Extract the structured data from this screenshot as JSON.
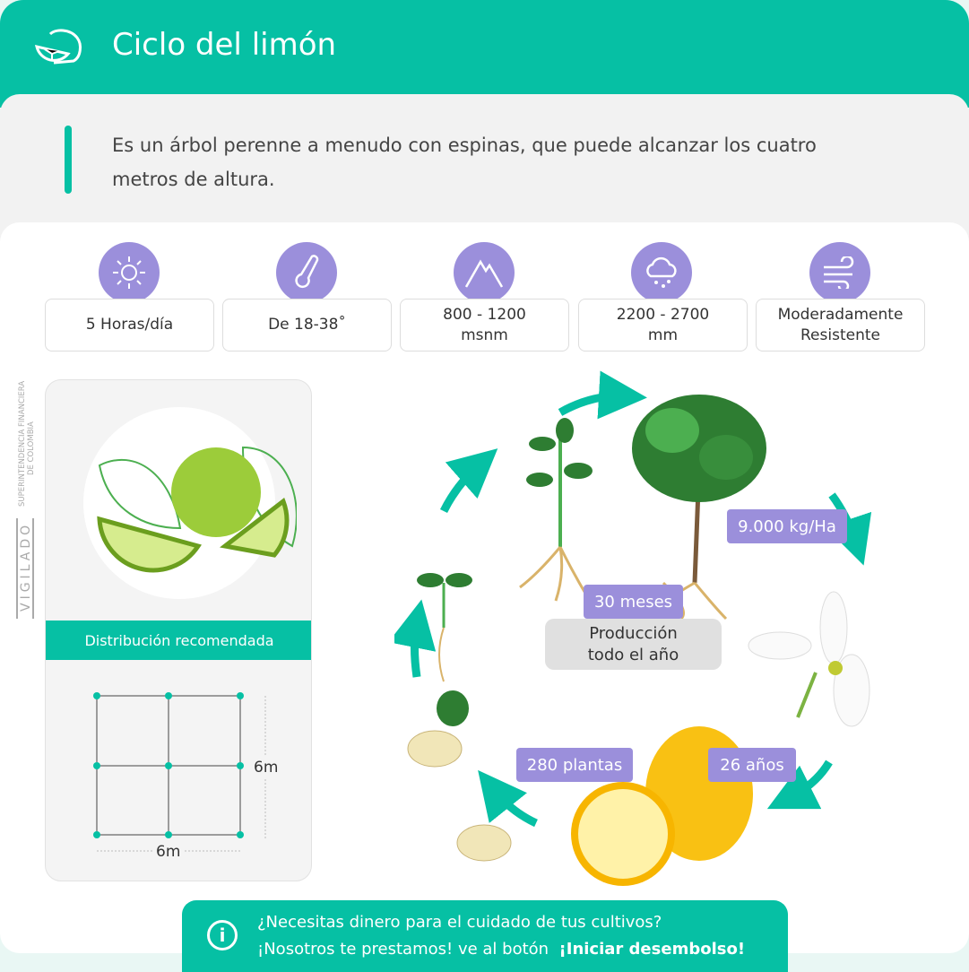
{
  "header": {
    "title": "Ciclo del limón",
    "icon": "lemon-icon"
  },
  "intro": {
    "text": "Es un árbol perenne a menudo con espinas, que puede alcanzar los cuatro metros de altura."
  },
  "stats": [
    {
      "icon": "sun-icon",
      "line1": "5 Horas/día",
      "line2": ""
    },
    {
      "icon": "thermometer-icon",
      "line1": "De 18-38˚",
      "line2": ""
    },
    {
      "icon": "mountain-icon",
      "line1": "800 - 1200",
      "line2": "msnm"
    },
    {
      "icon": "rain-cloud-icon",
      "line1": "2200 - 2700",
      "line2": "mm"
    },
    {
      "icon": "wind-icon",
      "line1": "Moderadamente",
      "line2": "Resistente"
    }
  ],
  "watermark": {
    "line1": "SUPERINTENDENCIA FINANCIERA",
    "line2": "DE COLOMBIA",
    "vigilado": "VIGILADO"
  },
  "distribution": {
    "title": "Distribución recomendada",
    "width": "6m",
    "height": "6m"
  },
  "cycle": {
    "yield": "9.000 kg/Ha",
    "months": "30 meses",
    "production": "Producción todo el año",
    "plants": "280 plantas",
    "years": "26 años"
  },
  "banner": {
    "line1": "¿Necesitas dinero para el cuidado de tus cultivos?",
    "line2": "¡Nosotros te prestamos! ve al botón",
    "cta": "¡Iniciar desembolso!"
  },
  "colors": {
    "teal": "#06c0a4",
    "purple": "#9b8fdb"
  }
}
